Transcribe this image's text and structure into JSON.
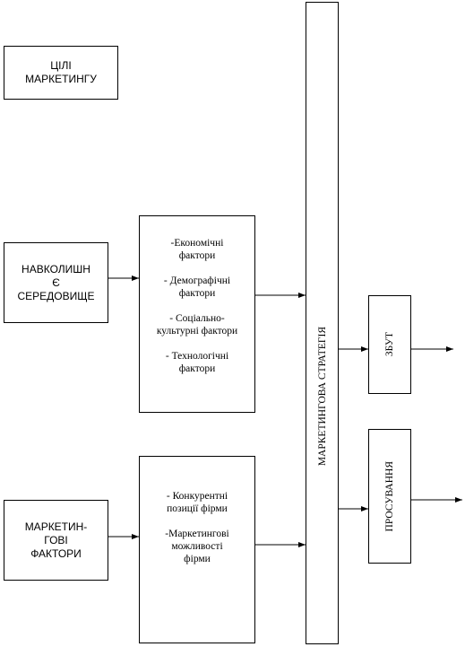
{
  "goals_box": {
    "text": "ЦІЛІ\nМАРКЕТИНГУ"
  },
  "environment_box": {
    "text": "НАВКОЛИШН\nЄ\nСЕРЕДОВИЩЕ"
  },
  "marketing_factors_box": {
    "text": "МАРКЕТИН-\nГОВІ\nФАКТОРИ"
  },
  "environment_factors": {
    "items": [
      "-Економічні\nфактори",
      "- Демографічні\nфактори",
      "- Соціально-\nкультурні фактори",
      "- Технологічні\nфактори"
    ]
  },
  "internal_factors": {
    "items": [
      "- Конкурентні\nпозиції фірми",
      "-Маркетингові\nможливості\nфірми"
    ]
  },
  "strategy_box": {
    "text": "МАРКЕТИНГОВА  СТРАТЕГІЯ"
  },
  "sales_box": {
    "text": "ЗБУТ"
  },
  "promotion_box": {
    "text": "ПРОСУВАННЯ"
  }
}
